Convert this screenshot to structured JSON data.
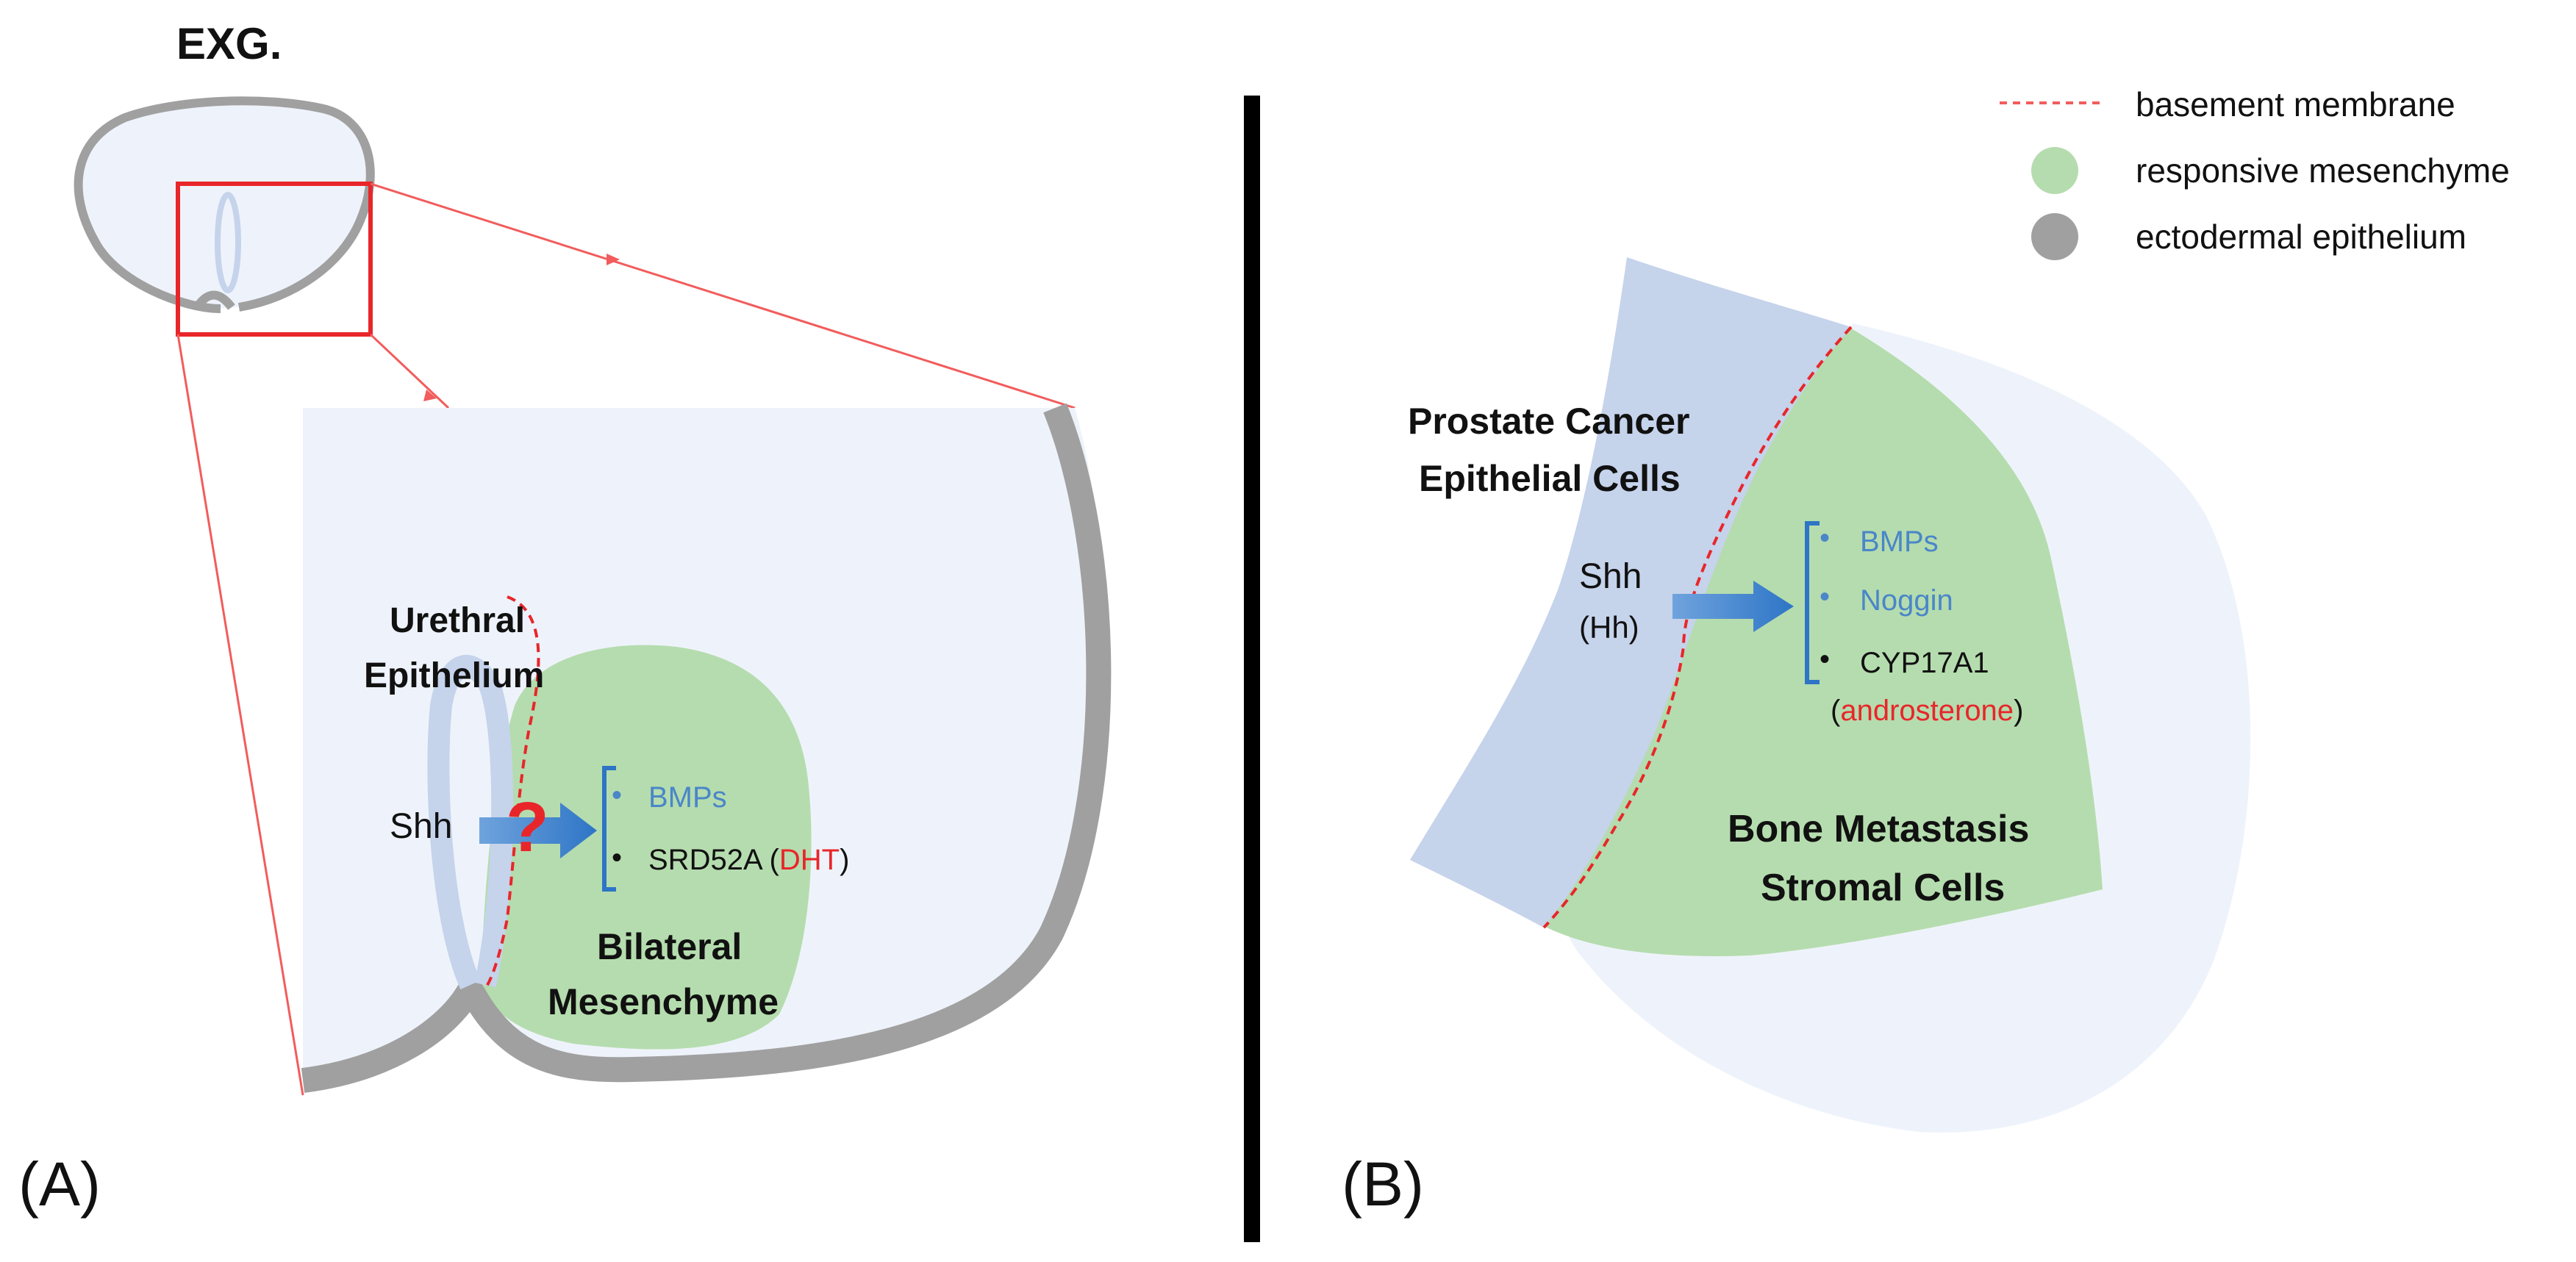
{
  "figure_title": "EXG.",
  "legend": {
    "items": [
      {
        "label": "basement membrane",
        "symbol": "dashed-red-line",
        "color": "#f25c5c"
      },
      {
        "label": "responsive mesenchyme",
        "symbol": "green-circle",
        "color": "#b5dcae"
      },
      {
        "label": "ectodermal epithelium",
        "symbol": "gray-circle",
        "color": "#a0a0a0"
      }
    ]
  },
  "panel_a": {
    "letter": "(A)",
    "urethral_label_line1": "Urethral",
    "urethral_label_line2": "Epithelium",
    "signal": "Shh",
    "question_mark": "?",
    "target_bmps": "BMPs",
    "target_srd_prefix": "SRD52A (",
    "target_srd_highlight": "DHT",
    "target_srd_suffix": ")",
    "mesenchyme_label_line1": "Bilateral",
    "mesenchyme_label_line2": "Mesenchyme"
  },
  "panel_b": {
    "letter": "(B)",
    "epithelial_label_line1": "Prostate Cancer",
    "epithelial_label_line2": "Epithelial Cells",
    "signal": "Shh",
    "signal_sub": "(Hh)",
    "target_bmps": "BMPs",
    "target_noggin": "Noggin",
    "target_cyp": "CYP17A1",
    "target_andro_open": "(",
    "target_andro_highlight": "androsterone",
    "target_andro_close": ")",
    "stromal_label_line1": "Bone Metastasis",
    "stromal_label_line2": "Stromal Cells"
  },
  "colors": {
    "epithelium_blue": "#c5d3eb",
    "background_light": "#eef3fb",
    "mesenchyme_green": "#b5dcae",
    "ectoderm_gray": "#a0a0a0",
    "arrow_blue": "#2e75c6",
    "highlight_red": "#e8262a",
    "target_blue": "#4a86c8"
  }
}
